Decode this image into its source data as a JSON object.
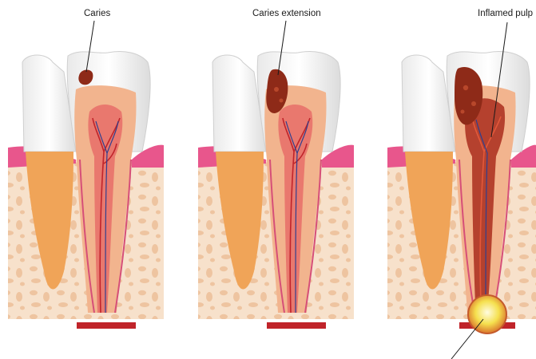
{
  "labels": {
    "caries": "Caries",
    "caries_extension": "Caries extension",
    "inflamed_pulp": "Inflamed pulp"
  },
  "panels": [
    {
      "stage": "caries",
      "lesion": "small enamel cavity"
    },
    {
      "stage": "caries-extension",
      "lesion": "cavity reaching dentin"
    },
    {
      "stage": "inflamed-pulp",
      "lesion": "pulp inflammation with apical abscess"
    }
  ],
  "colors": {
    "enamel": "#f4f4f4",
    "dentin": "#f2b48e",
    "pulp": "#e9786e",
    "inflamed_pulp": "#b5412e",
    "caries": "#8e2a18",
    "gum": "#e8568c",
    "bone": "#f6dcc4",
    "bone_pore": "#efc7a4",
    "root_neighbor": "#f0a458",
    "nerve_red": "#c0242a",
    "nerve_blue": "#2f3f8f",
    "abscess": "#f3e04a"
  }
}
